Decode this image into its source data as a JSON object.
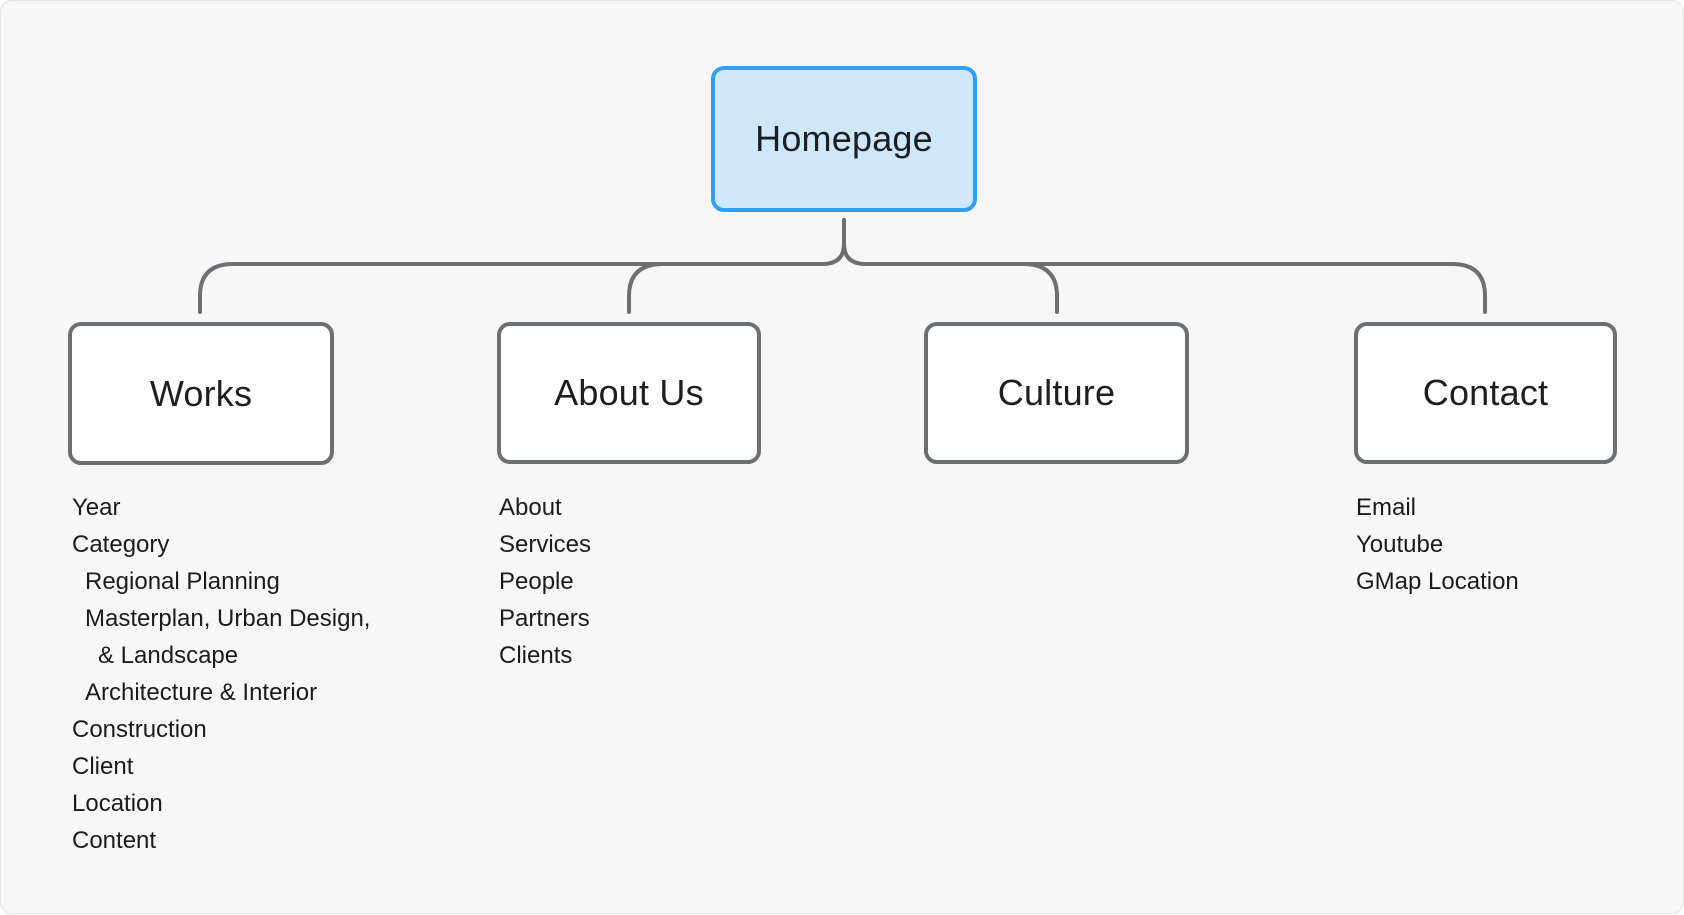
{
  "theme": {
    "canvas_bg": "#f7f7f8",
    "canvas_border": "#e2e2e4",
    "line_color": "#6d7073",
    "node_border": "#6d7073",
    "node_bg": "#fefefe",
    "root_border": "#2f9ef3",
    "root_bg": "#cfe7fb",
    "text_color": "#1d1e21"
  },
  "diagram": {
    "type": "sitemap-tree",
    "root": {
      "label": "Homepage"
    },
    "children": [
      {
        "label": "Works",
        "items": [
          {
            "text": "Year",
            "indent": 0
          },
          {
            "text": "Category",
            "indent": 0
          },
          {
            "text": "Regional Planning",
            "indent": 1
          },
          {
            "text": "Masterplan, Urban Design,",
            "indent": 1
          },
          {
            "text": "& Landscape",
            "indent": 2
          },
          {
            "text": "Architecture & Interior",
            "indent": 1
          },
          {
            "text": "Construction",
            "indent": 0
          },
          {
            "text": "Client",
            "indent": 0
          },
          {
            "text": "Location",
            "indent": 0
          },
          {
            "text": "Content",
            "indent": 0
          }
        ]
      },
      {
        "label": "About Us",
        "items": [
          {
            "text": "About",
            "indent": 0
          },
          {
            "text": "Services",
            "indent": 0
          },
          {
            "text": "People",
            "indent": 0
          },
          {
            "text": "Partners",
            "indent": 0
          },
          {
            "text": "Clients",
            "indent": 0
          }
        ]
      },
      {
        "label": "Culture",
        "items": []
      },
      {
        "label": "Contact",
        "items": [
          {
            "text": "Email",
            "indent": 0
          },
          {
            "text": "Youtube",
            "indent": 0
          },
          {
            "text": "GMap Location",
            "indent": 0
          }
        ]
      }
    ]
  }
}
